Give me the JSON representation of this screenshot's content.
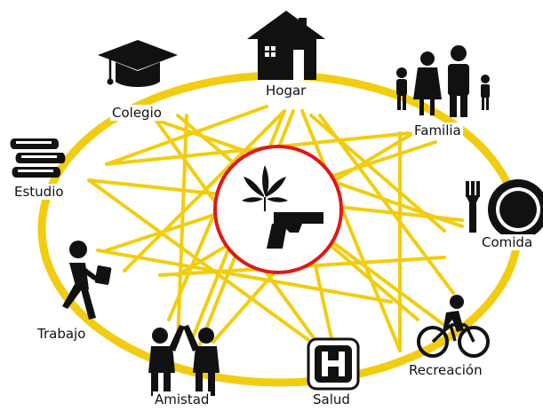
{
  "colors": {
    "ring": "#f2cd0f",
    "links": "#f2cd0f",
    "center_circle_stroke": "#e01818",
    "icons": "#111111",
    "background": "#ffffff"
  },
  "center": {
    "icons": [
      "cannabis-leaf-icon",
      "handgun-icon"
    ]
  },
  "nodes": {
    "hogar": {
      "label": "Hogar",
      "icon": "house-icon"
    },
    "colegio": {
      "label": "Colegio",
      "icon": "graduation-cap-icon"
    },
    "familia": {
      "label": "Familia",
      "icon": "family-icon"
    },
    "estudio": {
      "label": "Estudio",
      "icon": "books-icon"
    },
    "comida": {
      "label": "Comida",
      "icon": "plate-fork-icon"
    },
    "trabajo": {
      "label": "Trabajo",
      "icon": "walking-worker-icon"
    },
    "amistad": {
      "label": "Amistad",
      "icon": "high-five-icon"
    },
    "salud": {
      "label": "Salud",
      "icon": "hospital-sign-icon"
    },
    "recreacion": {
      "label": "Recreación",
      "icon": "cyclist-icon"
    }
  }
}
